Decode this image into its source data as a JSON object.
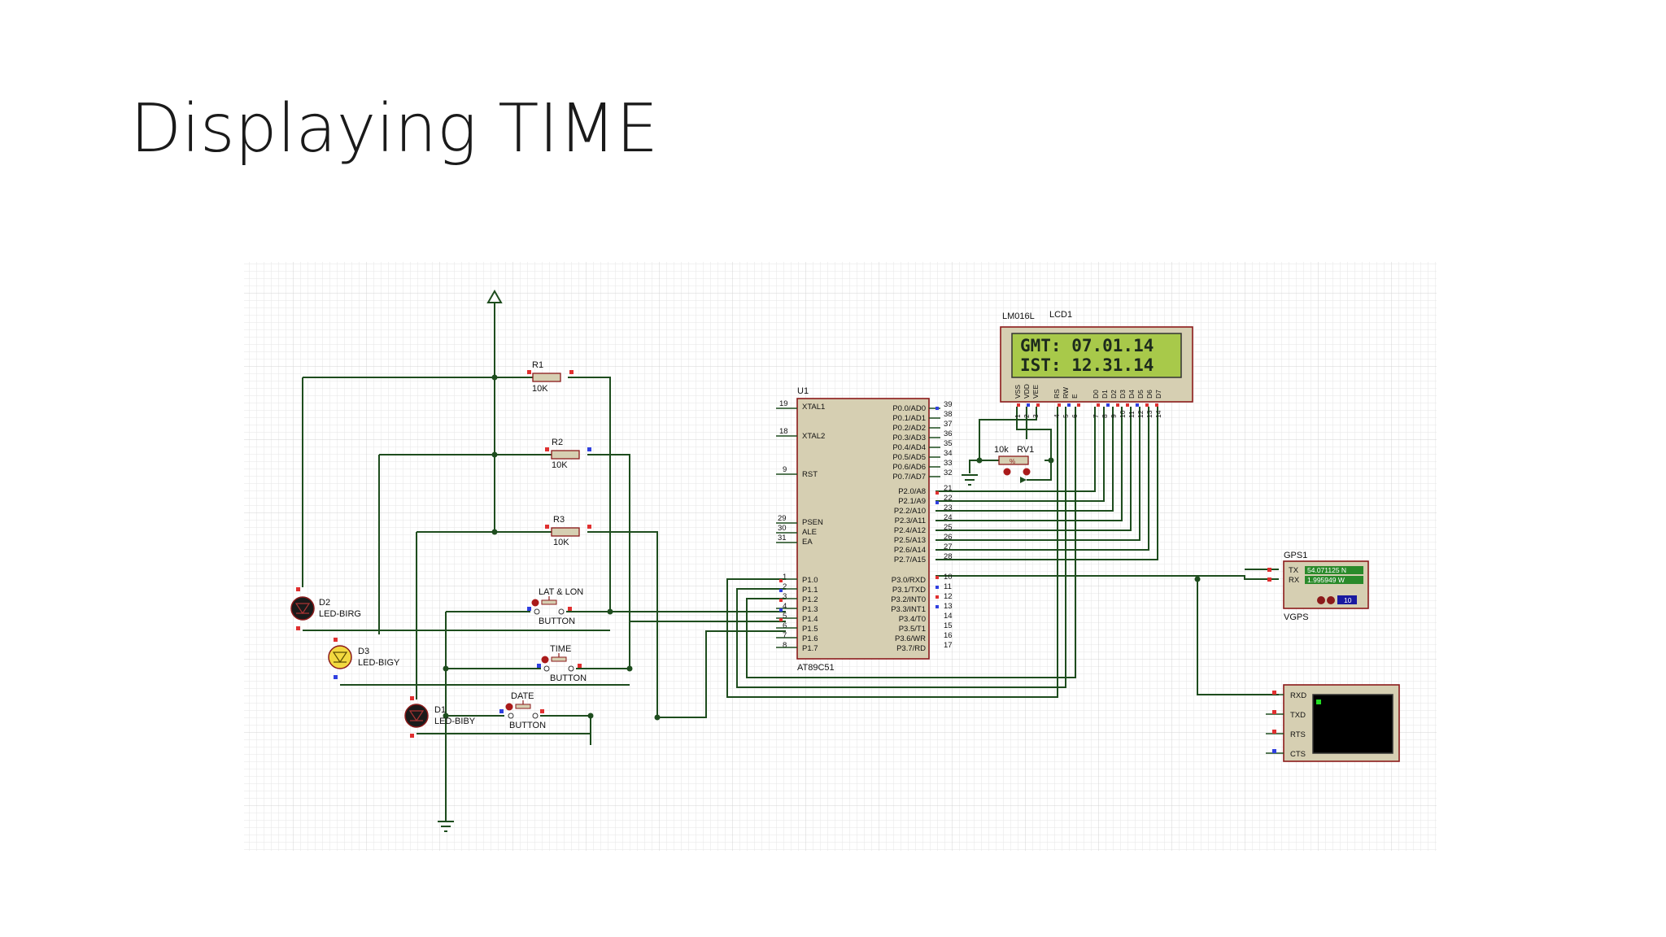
{
  "slide": {
    "title": "Displaying TIME"
  },
  "colors": {
    "wire": "#1e4d1e",
    "component_body": "#d6cfb2",
    "component_border": "#8b1a1a",
    "lcd_screen": "#a8c94a",
    "pin_red": "#e03030",
    "pin_blue": "#3040e0",
    "grid": "#e4e4e4"
  },
  "components": {
    "r1": {
      "ref": "R1",
      "value": "10K"
    },
    "r2": {
      "ref": "R2",
      "value": "10K"
    },
    "r3": {
      "ref": "R3",
      "value": "10K"
    },
    "d2": {
      "ref": "D2",
      "type": "LED-BIRG"
    },
    "d3": {
      "ref": "D3",
      "type": "LED-BIGY"
    },
    "d1": {
      "ref": "D1",
      "type": "LED-BIBY"
    },
    "btn_latlon": {
      "label": "LAT & LON",
      "type": "BUTTON"
    },
    "btn_time": {
      "label": "TIME",
      "type": "BUTTON"
    },
    "btn_date": {
      "label": "DATE",
      "type": "BUTTON"
    },
    "rv1": {
      "ref": "RV1",
      "value": "10k",
      "mark": "%"
    },
    "mcu": {
      "ref": "U1",
      "type": "AT89C51",
      "left_pins": [
        {
          "num": "19",
          "name": "XTAL1"
        },
        {
          "num": "18",
          "name": "XTAL2"
        },
        {
          "num": "9",
          "name": "RST"
        },
        {
          "num": "29",
          "name": "PSEN"
        },
        {
          "num": "30",
          "name": "ALE"
        },
        {
          "num": "31",
          "name": "EA"
        },
        {
          "num": "1",
          "name": "P1.0"
        },
        {
          "num": "2",
          "name": "P1.1"
        },
        {
          "num": "3",
          "name": "P1.2"
        },
        {
          "num": "4",
          "name": "P1.3"
        },
        {
          "num": "5",
          "name": "P1.4"
        },
        {
          "num": "6",
          "name": "P1.5"
        },
        {
          "num": "7",
          "name": "P1.6"
        },
        {
          "num": "8",
          "name": "P1.7"
        }
      ],
      "right_pins": [
        {
          "num": "39",
          "name": "P0.0/AD0"
        },
        {
          "num": "38",
          "name": "P0.1/AD1"
        },
        {
          "num": "37",
          "name": "P0.2/AD2"
        },
        {
          "num": "36",
          "name": "P0.3/AD3"
        },
        {
          "num": "35",
          "name": "P0.4/AD4"
        },
        {
          "num": "34",
          "name": "P0.5/AD5"
        },
        {
          "num": "33",
          "name": "P0.6/AD6"
        },
        {
          "num": "32",
          "name": "P0.7/AD7"
        },
        {
          "num": "21",
          "name": "P2.0/A8"
        },
        {
          "num": "22",
          "name": "P2.1/A9"
        },
        {
          "num": "23",
          "name": "P2.2/A10"
        },
        {
          "num": "24",
          "name": "P2.3/A11"
        },
        {
          "num": "25",
          "name": "P2.4/A12"
        },
        {
          "num": "26",
          "name": "P2.5/A13"
        },
        {
          "num": "27",
          "name": "P2.6/A14"
        },
        {
          "num": "28",
          "name": "P2.7/A15"
        },
        {
          "num": "10",
          "name": "P3.0/RXD"
        },
        {
          "num": "11",
          "name": "P3.1/TXD"
        },
        {
          "num": "12",
          "name": "P3.2/INT0"
        },
        {
          "num": "13",
          "name": "P3.3/INT1"
        },
        {
          "num": "14",
          "name": "P3.4/T0"
        },
        {
          "num": "15",
          "name": "P3.5/T1"
        },
        {
          "num": "16",
          "name": "P3.6/WR"
        },
        {
          "num": "17",
          "name": "P3.7/RD"
        }
      ]
    },
    "lcd": {
      "part": "LM016L",
      "ref": "LCD1",
      "line1": "GMT: 07.01.14",
      "line2": "IST: 12.31.14",
      "pins": [
        {
          "name": "VSS",
          "num": "1"
        },
        {
          "name": "VDD",
          "num": "2"
        },
        {
          "name": "VEE",
          "num": "3"
        },
        {
          "name": "RS",
          "num": "4"
        },
        {
          "name": "RW",
          "num": "5"
        },
        {
          "name": "E",
          "num": "6"
        },
        {
          "name": "D0",
          "num": "7"
        },
        {
          "name": "D1",
          "num": "8"
        },
        {
          "name": "D2",
          "num": "9"
        },
        {
          "name": "D3",
          "num": "10"
        },
        {
          "name": "D4",
          "num": "11"
        },
        {
          "name": "D5",
          "num": "12"
        },
        {
          "name": "D6",
          "num": "13"
        },
        {
          "name": "D7",
          "num": "14"
        }
      ]
    },
    "gps": {
      "ref": "GPS1",
      "type": "VGPS",
      "tx_label": "TX",
      "rx_label": "RX",
      "lat": "54.071125 N",
      "lon": "1.995949 W",
      "count": "10"
    },
    "terminal": {
      "pins": [
        "RXD",
        "TXD",
        "RTS",
        "CTS"
      ]
    }
  }
}
